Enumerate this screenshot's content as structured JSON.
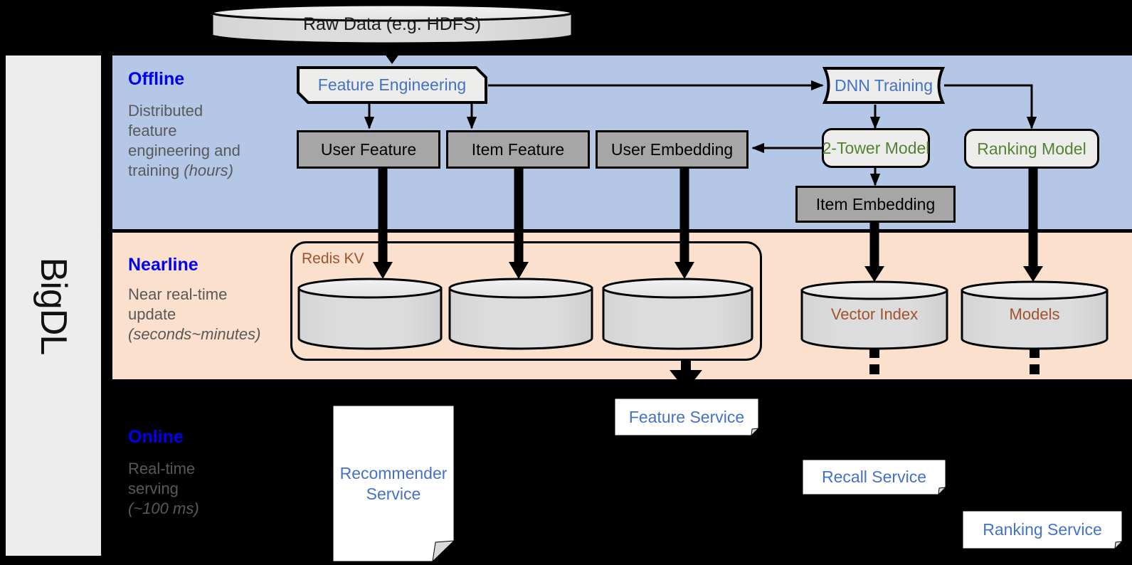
{
  "framework": {
    "name": "BigDL"
  },
  "source": {
    "label": "Raw Data (e.g. HDFS)"
  },
  "bands": {
    "offline": {
      "title": "Offline",
      "subtitle_lines": [
        "Distributed",
        "feature",
        "engineering and",
        "training "
      ],
      "subtitle_italic": "(hours)",
      "bg": "#b4c7e7"
    },
    "nearline": {
      "title": "Nearline",
      "subtitle_lines": [
        "Near real-time",
        "update"
      ],
      "subtitle_italic": "(seconds~minutes)",
      "bg": "#fae0cd"
    },
    "online": {
      "title": "Online",
      "subtitle_lines": [
        "Real-time",
        "serving"
      ],
      "subtitle_italic": "(~100 ms)",
      "bg": "#000000"
    }
  },
  "offline_nodes": {
    "feature_engineering": "Feature Engineering",
    "dnn_training": "DNN Training",
    "user_feature": "User Feature",
    "item_feature": "Item Feature",
    "user_embedding": "User Embedding",
    "two_tower_model": "2-Tower Model",
    "ranking_model": "Ranking Model",
    "item_embedding": "Item Embedding"
  },
  "nearline_nodes": {
    "redis_group": "Redis KV",
    "store_1": "",
    "store_2": "",
    "store_3": "",
    "vector_index": "Vector Index",
    "models": "Models"
  },
  "online_nodes": {
    "recommender_service": "Recommender Service",
    "feature_service": "Feature Service",
    "recall_service": "Recall Service",
    "ranking_service": "Ranking Service"
  },
  "colors": {
    "offline_bg": "#b4c7e7",
    "nearline_bg": "#fae0cd",
    "online_bg": "#000000",
    "rail_bg": "#ededed",
    "band_title": "#0000ee",
    "band_subtitle": "#595959",
    "blue_text": "#4472c4",
    "green_text": "#548235",
    "brown_text": "#a0522d",
    "gray_box": "#a6a6a6",
    "light_box": "#ededeb"
  }
}
